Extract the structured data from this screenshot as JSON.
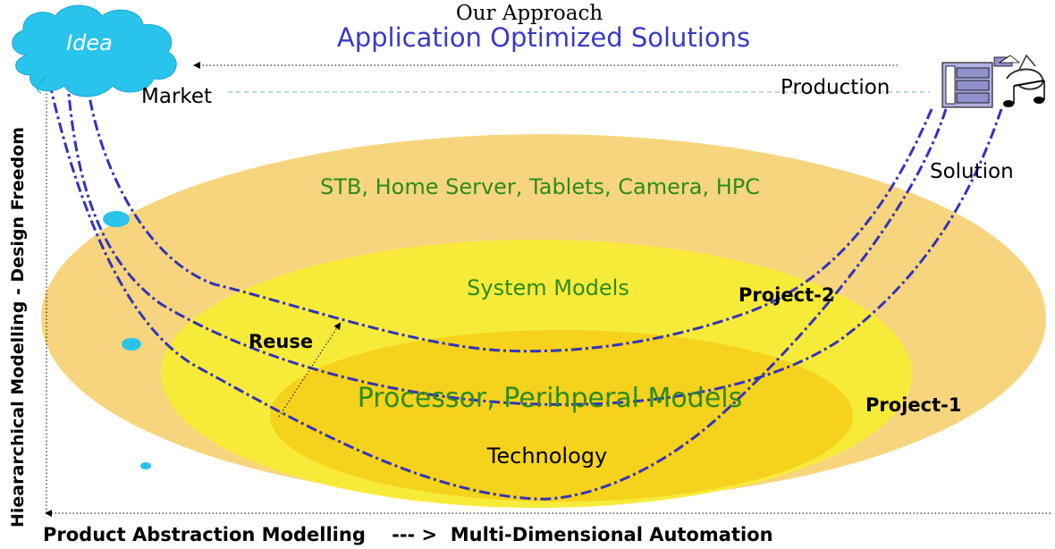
{
  "header": {
    "subtitle": "Our Approach",
    "title": "Application Optimized Solutions"
  },
  "cloud": {
    "label": "Idea"
  },
  "labels": {
    "market": "Market",
    "production": "Production",
    "solution": "Solution",
    "outer_ellipse": "STB, Home Server, Tablets, Camera, HPC",
    "middle_ellipse": "System Models",
    "inner_ellipse": "Processor, Perihperal Models",
    "technology": "Technology",
    "reuse": "Reuse",
    "project_2": "Project-2",
    "project_1": "Project-1"
  },
  "axes": {
    "y_label": "Hieararchical Modelling - Design Freedom",
    "x_label": "Product Abstraction Modelling    --- >  Multi-Dimensional Automation"
  },
  "icons": {
    "cloud": "idea-cloud-icon",
    "production": "film-music-production-icon"
  },
  "colors": {
    "outer_ellipse": "#f7d57e",
    "middle_ellipse": "#f7eb3a",
    "inner_ellipse": "#f5d21c",
    "green_text": "#2e8b1e",
    "blue_title": "#3a3ac8",
    "dash_blue": "#3333bb",
    "cloud": "#29c4ec"
  }
}
